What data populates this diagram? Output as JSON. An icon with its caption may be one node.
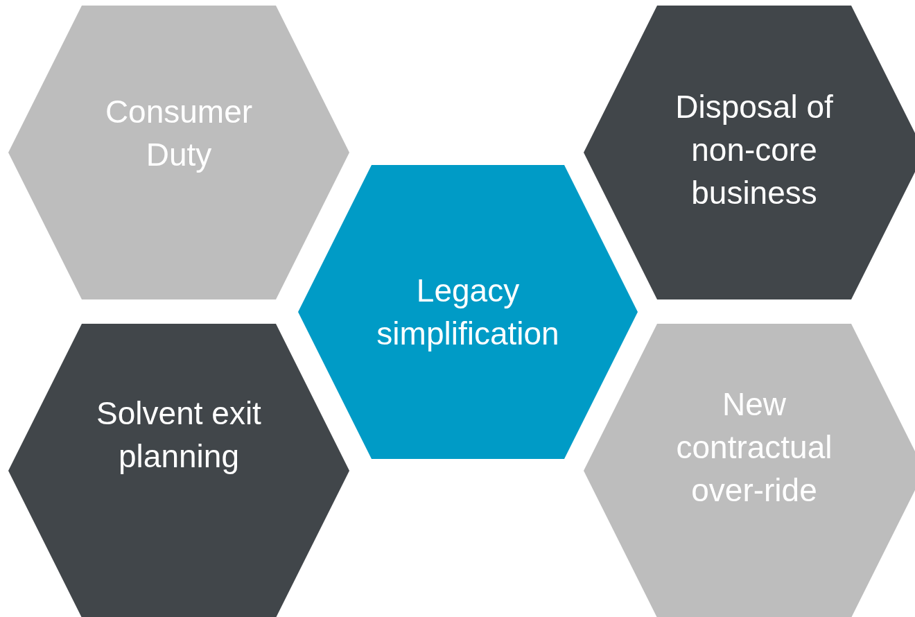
{
  "diagram": {
    "nodes": [
      {
        "text": [
          "Consumer Duty"
        ]
      },
      {
        "text": [
          "Disposal of non-core business"
        ]
      },
      {
        "text": [
          "Legacy simplification"
        ]
      },
      {
        "text": [
          "Solvent exit planning"
        ]
      },
      {
        "text": [
          "New contractual over-ride"
        ]
      }
    ]
  }
}
